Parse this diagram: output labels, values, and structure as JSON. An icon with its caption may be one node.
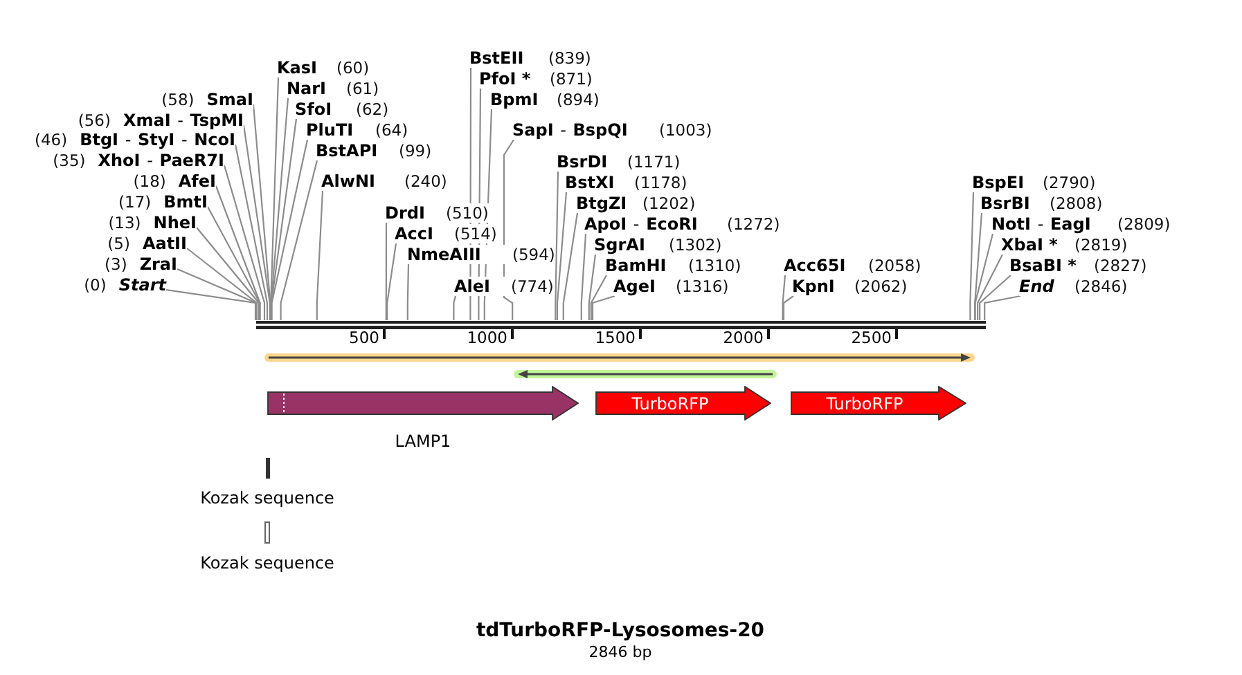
{
  "diagram": {
    "title": "tdTurboRFP-Lysosomes-20",
    "caption": "2846 bp",
    "nodes": [
      {
        "text": [
          "(58)",
          "SmaI"
        ]
      },
      {
        "text": [
          "(56)",
          "**XmaI** - **TspMI**"
        ]
      },
      {
        "text": [
          "(46)",
          "**BtgI** - **StyI** - **NcoI**"
        ]
      },
      {
        "text": [
          "(35)",
          "**XhoI** - **PaeR7I**"
        ]
      },
      {
        "text": [
          "(18)",
          "AfeI"
        ]
      },
      {
        "text": [
          "(17)",
          "BmtI"
        ]
      },
      {
        "text": [
          "(13)",
          "NheI"
        ]
      },
      {
        "text": [
          "(5)",
          "AatII"
        ]
      },
      {
        "text": [
          "(3)",
          "ZraI"
        ]
      },
      {
        "text": [
          "(0)",
          "Start"
        ]
      },
      {
        "text": [
          "KasI",
          "(60)"
        ]
      },
      {
        "text": [
          "NarI",
          "(61)"
        ]
      },
      {
        "text": [
          "SfoI",
          "(62)"
        ]
      },
      {
        "text": [
          "PluTI",
          "(64)"
        ]
      },
      {
        "text": [
          "BstAPI",
          "(99)"
        ]
      },
      {
        "text": [
          "AlwNI",
          "(240)"
        ]
      },
      {
        "text": [
          "DrdI",
          "(510)"
        ]
      },
      {
        "text": [
          "AccI",
          "(514)"
        ]
      },
      {
        "text": [
          "NmeAIII",
          "(594)"
        ]
      },
      {
        "text": [
          "AleI",
          "(774)"
        ]
      },
      {
        "text": [
          "BstEII",
          "(839)"
        ]
      },
      {
        "text": [
          "PfoI *",
          "(871)"
        ]
      },
      {
        "text": [
          "BpmI",
          "(894)"
        ]
      },
      {
        "text": [
          "**SapI** - **BspQI**",
          "(1003)"
        ]
      },
      {
        "text": [
          "BsrDI",
          "(1171)"
        ]
      },
      {
        "text": [
          "BstXI",
          "(1178)"
        ]
      },
      {
        "text": [
          "BtgZI",
          "(1202)"
        ]
      },
      {
        "text": [
          "**ApoI** - **EcoRI**",
          "(1272)"
        ]
      },
      {
        "text": [
          "SgrAI",
          "(1302)"
        ]
      },
      {
        "text": [
          "BamHI",
          "(1310)"
        ]
      },
      {
        "text": [
          "AgeI",
          "(1316)"
        ]
      },
      {
        "text": [
          "Acc65I",
          "(2058)"
        ]
      },
      {
        "text": [
          "KpnI",
          "(2062)"
        ]
      },
      {
        "text": [
          "BspEI",
          "(2790)"
        ]
      },
      {
        "text": [
          "BsrBI",
          "(2808)"
        ]
      },
      {
        "text": [
          "**NotI** - **EagI**",
          "(2809)"
        ]
      },
      {
        "text": [
          "XbaI *",
          "(2819)"
        ]
      },
      {
        "text": [
          "BsaBI *",
          "(2827)"
        ]
      },
      {
        "text": [
          "End",
          "(2846)"
        ]
      },
      {
        "text": [],
        "shape": "bar"
      },
      {
        "text": [],
        "shape": "arrow"
      },
      {
        "text": [],
        "shape": "arrow"
      },
      {
        "text": [
          "LAMP1"
        ]
      },
      {
        "text": [
          "TurboRFP"
        ]
      },
      {
        "text": [
          "TurboRFP"
        ]
      },
      {
        "text": [
          "Kozak sequence"
        ]
      },
      {
        "text": [
          "Kozak sequence"
        ]
      }
    ],
    "edges": [
      {
        "from": 0,
        "to": 39,
        "arrow": "none"
      },
      {
        "from": 1,
        "to": 39,
        "arrow": "none"
      },
      {
        "from": 2,
        "to": 39,
        "arrow": "none"
      },
      {
        "from": 3,
        "to": 39,
        "arrow": "none"
      },
      {
        "from": 4,
        "to": 39,
        "arrow": "none"
      },
      {
        "from": 5,
        "to": 39,
        "arrow": "none"
      },
      {
        "from": 6,
        "to": 39,
        "arrow": "none"
      },
      {
        "from": 7,
        "to": 39,
        "arrow": "none"
      },
      {
        "from": 8,
        "to": 39,
        "arrow": "none"
      },
      {
        "from": 9,
        "to": 39,
        "arrow": "none"
      },
      {
        "from": 10,
        "to": 39,
        "arrow": "none"
      },
      {
        "from": 11,
        "to": 39,
        "arrow": "none"
      },
      {
        "from": 12,
        "to": 39,
        "arrow": "none"
      },
      {
        "from": 13,
        "to": 39,
        "arrow": "none"
      },
      {
        "from": 14,
        "to": 39,
        "arrow": "none"
      },
      {
        "from": 15,
        "to": 39,
        "arrow": "none"
      },
      {
        "from": 16,
        "to": 39,
        "arrow": "none"
      },
      {
        "from": 17,
        "to": 39,
        "arrow": "none"
      },
      {
        "from": 18,
        "to": 39,
        "arrow": "none"
      },
      {
        "from": 19,
        "to": 39,
        "arrow": "none"
      },
      {
        "from": 20,
        "to": 39,
        "arrow": "none"
      },
      {
        "from": 21,
        "to": 39,
        "arrow": "none"
      },
      {
        "from": 22,
        "to": 39,
        "arrow": "none"
      },
      {
        "from": 23,
        "to": 39,
        "arrow": "none"
      },
      {
        "from": 24,
        "to": 39,
        "arrow": "none"
      },
      {
        "from": 25,
        "to": 39,
        "arrow": "none"
      },
      {
        "from": 26,
        "to": 39,
        "arrow": "none"
      },
      {
        "from": 27,
        "to": 39,
        "arrow": "none"
      },
      {
        "from": 28,
        "to": 39,
        "arrow": "none"
      },
      {
        "from": 29,
        "to": 39,
        "arrow": "none"
      },
      {
        "from": 30,
        "to": 39,
        "arrow": "none"
      },
      {
        "from": 31,
        "to": 39,
        "arrow": "none"
      },
      {
        "from": 32,
        "to": 39,
        "arrow": "none"
      },
      {
        "from": 33,
        "to": 39,
        "arrow": "none"
      },
      {
        "from": 34,
        "to": 39,
        "arrow": "none"
      },
      {
        "from": 35,
        "to": 39,
        "arrow": "none"
      },
      {
        "from": 36,
        "to": 39,
        "arrow": "none"
      },
      {
        "from": 37,
        "to": 39,
        "arrow": "none"
      },
      {
        "from": 38,
        "to": 39,
        "arrow": "none"
      }
    ],
    "labels": [
      "500",
      "1000",
      "1500",
      "2000",
      "2500"
    ]
  }
}
